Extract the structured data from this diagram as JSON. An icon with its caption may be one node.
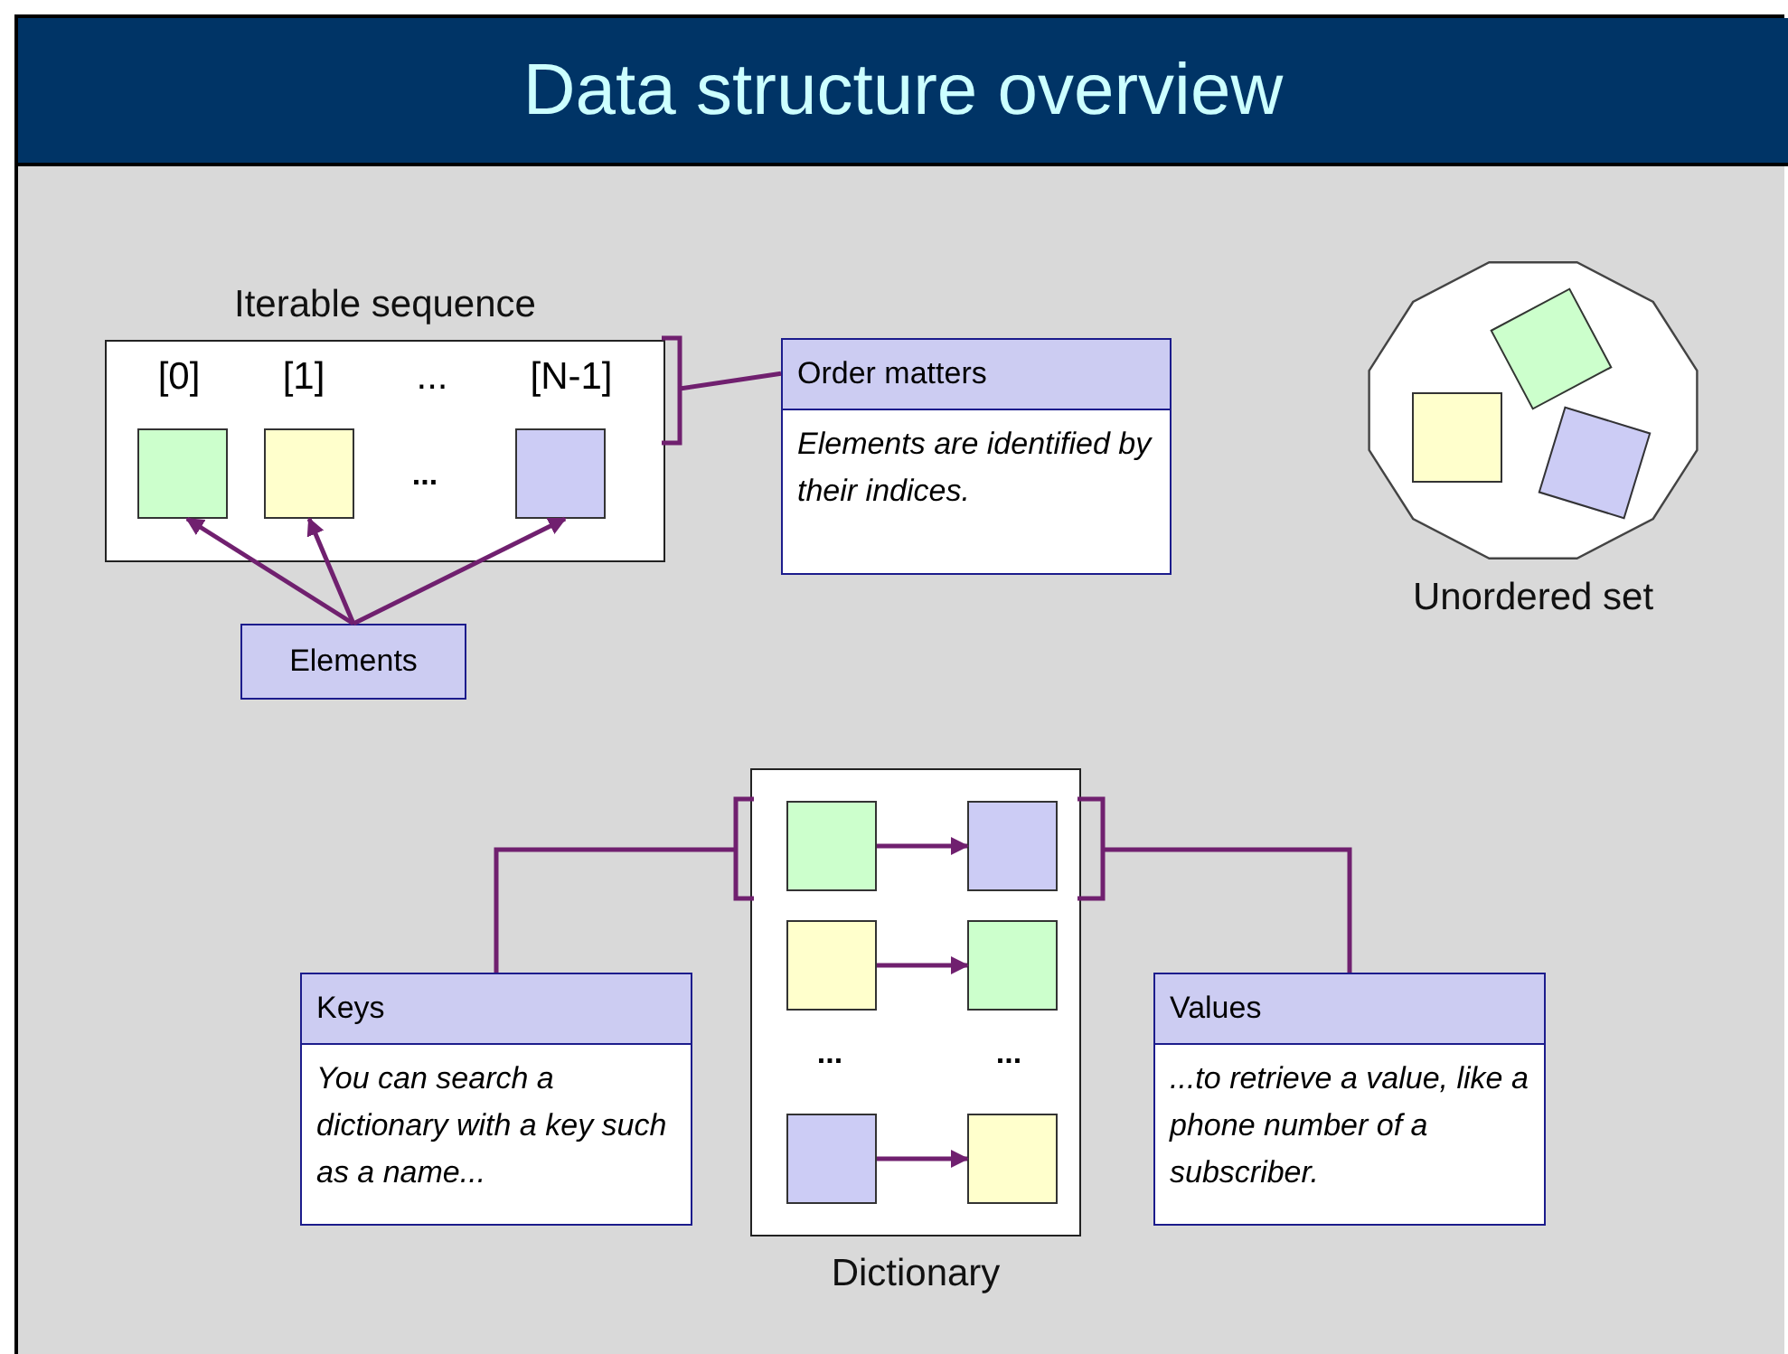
{
  "diagram": {
    "title": "Data structure overview",
    "nodes": [
      {
        "text": [
          "Iterable sequence"
        ]
      },
      {
        "text": [],
        "shape": "box",
        "in": 0
      },
      {
        "text": [],
        "shape": "box",
        "in": 0
      },
      {
        "text": [],
        "shape": "box",
        "in": 0
      },
      {
        "text": [
          "Elements"
        ]
      },
      {
        "text": [
          "Order matters",
          "Elements are identified by their indices."
        ]
      },
      {
        "text": [
          "Unordered set"
        ]
      },
      {
        "text": [],
        "shape": "box",
        "in": 6
      },
      {
        "text": [],
        "shape": "box",
        "in": 6
      },
      {
        "text": [],
        "shape": "box",
        "in": 6
      },
      {
        "text": [
          "Dictionary"
        ]
      },
      {
        "text": [],
        "shape": "box",
        "in": 10
      },
      {
        "text": [],
        "shape": "box",
        "in": 10
      },
      {
        "text": [],
        "shape": "box",
        "in": 10
      },
      {
        "text": [],
        "shape": "box",
        "in": 10
      },
      {
        "text": [],
        "shape": "box",
        "in": 10
      },
      {
        "text": [],
        "shape": "box",
        "in": 10
      },
      {
        "text": [
          "Keys",
          "You can search a dictionary with a key such as a name..."
        ]
      },
      {
        "text": [
          "Values",
          "...to retrieve a value, like a phone number of a subscriber."
        ]
      }
    ],
    "edges": [
      {
        "from": 4,
        "to": 1,
        "arrow": "to"
      },
      {
        "from": 4,
        "to": 2,
        "arrow": "to"
      },
      {
        "from": 4,
        "to": 3,
        "arrow": "to"
      },
      {
        "from": 5,
        "to": 0,
        "arrow": "none"
      },
      {
        "from": 11,
        "to": 12,
        "arrow": "to"
      },
      {
        "from": 13,
        "to": 14,
        "arrow": "to"
      },
      {
        "from": 15,
        "to": 16,
        "arrow": "to"
      },
      {
        "from": 17,
        "to": 10,
        "arrow": "none"
      },
      {
        "from": 18,
        "to": 10,
        "arrow": "none"
      }
    ],
    "labels": [
      "[0]",
      "[1]",
      "...",
      "[N-1]",
      "...",
      "...",
      "..."
    ]
  }
}
